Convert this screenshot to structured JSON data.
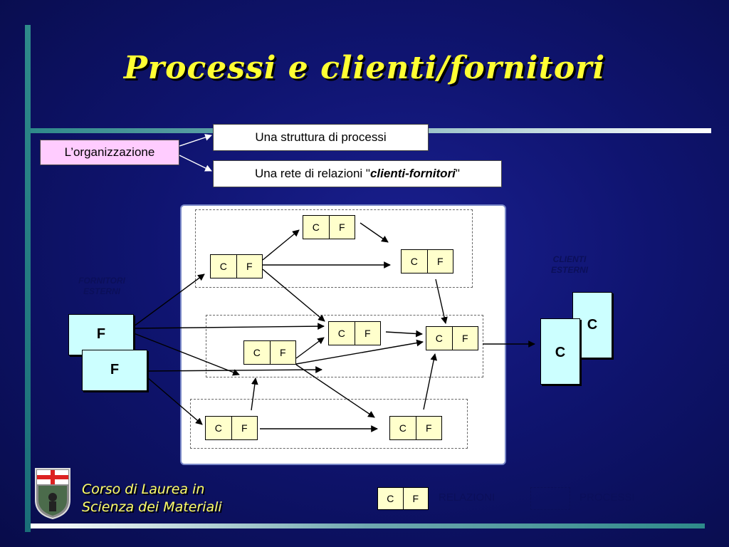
{
  "title": "Processi e clienti/fornitori",
  "organization": {
    "label": "L’organizzazione",
    "branches": {
      "struttura": "Una struttura di processi",
      "rete_prefix": "Una rete di relazioni \"",
      "rete_emphasis": "clienti-fornitori",
      "rete_suffix": "\""
    }
  },
  "node": {
    "c": "C",
    "f": "F"
  },
  "external": {
    "suppliers_label_line1": "FORNITORI",
    "suppliers_label_line2": "ESTERNI",
    "suppliers": [
      "F",
      "F"
    ],
    "customers_label_line1": "CLIENTI",
    "customers_label_line2": "ESTERNI",
    "customers": [
      "C",
      "C"
    ]
  },
  "legend": {
    "relations_c": "C",
    "relations_f": "F",
    "relations_label": "RELAZIONI",
    "processes_label": "PROCESSI"
  },
  "footer": {
    "line1": "Corso di Laurea in",
    "line2": "Scienza dei Materiali"
  },
  "colors": {
    "background": "#0f1470",
    "title": "#ffff33",
    "org_box": "#ffccff",
    "node_fill": "#ffffcc",
    "external_fill": "#ccffff",
    "footer_text": "#ffff66"
  }
}
